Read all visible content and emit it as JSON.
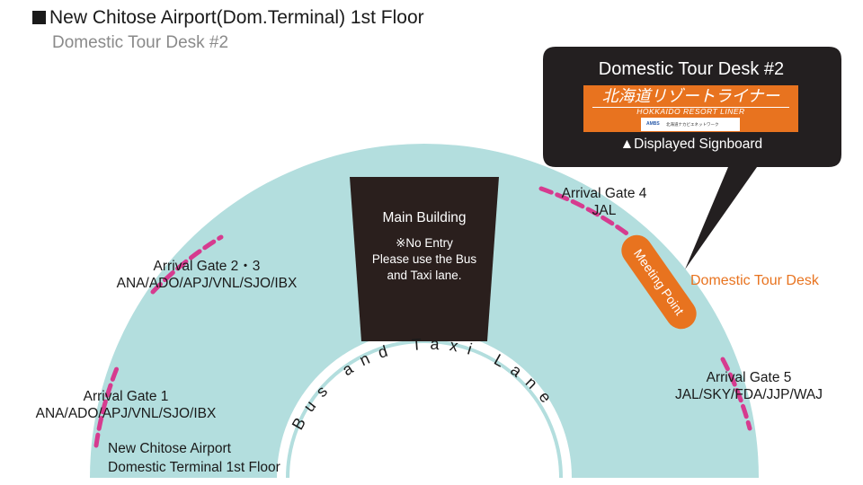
{
  "header": {
    "title": "New Chitose Airport(Dom.Terminal) 1st Floor",
    "subtitle": "Domestic Tour Desk #2"
  },
  "callout": {
    "title": "Domestic Tour Desk #2",
    "sign_japanese": "北海道リゾートライナー",
    "sign_english": "HOKKAIDO RESORT LINER",
    "sign_brand": "AMBS",
    "sign_small_text": "北海道ナカビエネットワーク",
    "caption": "▲Displayed Signboard",
    "bg_color": "#231f20"
  },
  "map": {
    "terminal_color": "#b3dede",
    "gate_marker_color": "#d63b8f",
    "main_building": {
      "title": "Main Building",
      "note_line1": "※No Entry",
      "note_line2": "Please use the Bus",
      "note_line3": "and Taxi lane.",
      "color": "#2a1f1d"
    },
    "lane_label": "Bus and Taxi Lane",
    "gates": {
      "gate1": {
        "name": "Arrival Gate 1",
        "airlines": "ANA/ADO/APJ/VNL/SJO/IBX"
      },
      "gate23": {
        "name": "Arrival Gate 2・3",
        "airlines": "ANA/ADO/APJ/VNL/SJO/IBX"
      },
      "gate4": {
        "name": "Arrival Gate 4",
        "airlines": "JAL"
      },
      "gate5": {
        "name": "Arrival Gate 5",
        "airlines": "JAL/SKY/FDA/JJP/WAJ"
      }
    },
    "meeting_point": {
      "label": "Meeting Point",
      "color": "#e8731f"
    },
    "tour_desk_label": "Domestic Tour Desk",
    "floor_label_line1": "New Chitose Airport",
    "floor_label_line2": "Domestic Terminal 1st Floor"
  }
}
